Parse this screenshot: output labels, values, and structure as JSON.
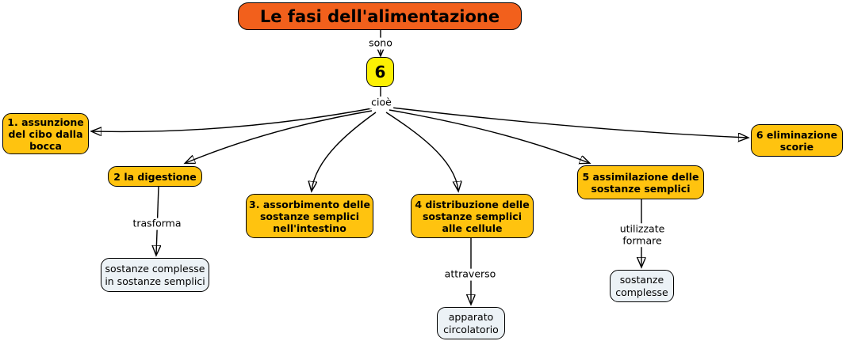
{
  "title": "Le fasi dell'alimentazione",
  "count": "6",
  "connectors": {
    "sono": "sono",
    "cioe": "cioè",
    "trasforma": "trasforma",
    "attraverso": "attraverso",
    "utilizzate_formare": "utilizzate\nformare"
  },
  "phases": [
    "1. assunzione\ndel cibo dalla\nbocca",
    "2 la digestione",
    "3. assorbimento delle\nsostanze semplici\nnell'intestino",
    "4 distribuzione delle\nsostanze semplici\nalle cellule",
    "5 assimilazione delle\nsostanze semplici",
    "6 eliminazione\nscorie"
  ],
  "details": [
    "sostanze complesse\nin sostanze semplici",
    "apparato\ncircolatorio",
    "sostanze\ncomplesse"
  ],
  "colors": {
    "title_bg": "#F2601C",
    "count_bg": "#FCF003",
    "phase_bg": "#FFC30F",
    "detail_bg": "#ECF2F6",
    "border": "#000000",
    "line": "#000000",
    "page_bg": "#FFFFFF"
  }
}
